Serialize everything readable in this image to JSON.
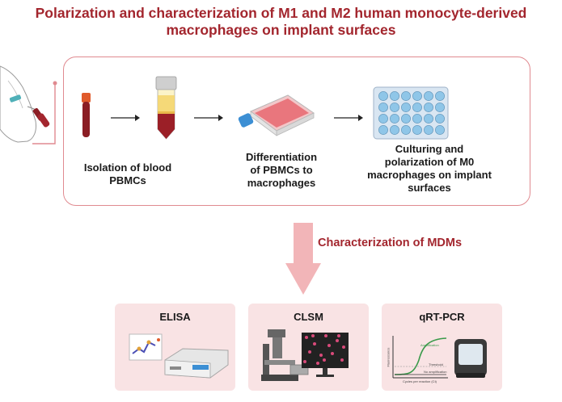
{
  "title_line1": "Polarization and characterization of M1 and M2 human monocyte-derived",
  "title_line2": "macrophages on implant surfaces",
  "steps": [
    {
      "line1": "Isolation of blood",
      "line2": "PBMCs"
    },
    {
      "line1": "Differentiation",
      "line2": "of PBMCs to",
      "line3": "macrophages"
    },
    {
      "line1": "Culturing and",
      "line2": "polarization of M0",
      "line3": "macrophages on implant",
      "line4": "surfaces"
    }
  ],
  "characterization_label": "Characterization of MDMs",
  "cards": [
    {
      "title": "ELISA"
    },
    {
      "title": "CLSM"
    },
    {
      "title": "qRT-PCR"
    }
  ],
  "pcr_plot": {
    "y_axis_label": "Fluorescence",
    "x_axis_label": "Cycles per reaction (Ct)",
    "curve_label_amplification": "Amplification",
    "threshold_label": "Threshold",
    "no_amplification_label": "No amplification"
  },
  "colors": {
    "title": "#a3262e",
    "box_border": "#e08a90",
    "card_bg": "#f9e3e4",
    "arrow": "#f2b5b8"
  }
}
